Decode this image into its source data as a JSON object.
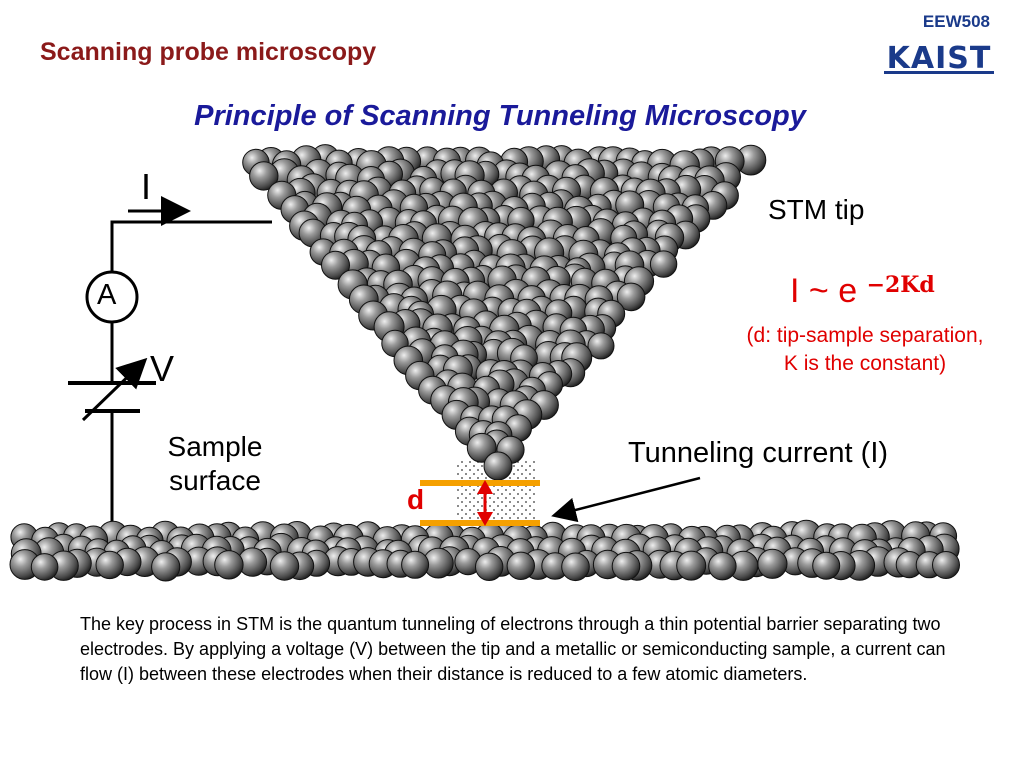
{
  "header": {
    "title": "Scanning probe microscopy",
    "course_code": "EEW508",
    "logo_text": "KAIST"
  },
  "slide_title": "Principle of Scanning Tunneling Microscopy",
  "diagram": {
    "current_label": "I",
    "ammeter_label": "A",
    "voltage_label": "V",
    "sample_label": "Sample surface",
    "tip_label": "STM tip",
    "formula_base": "I ~ e ",
    "formula_exponent": "−2Κd",
    "formula_note": "(d: tip-sample separation, K is the constant)",
    "tunneling_label": "Tunneling current (I)",
    "gap_label": "d"
  },
  "colors": {
    "header_red": "#8b1a1a",
    "title_blue": "#1a1a9a",
    "formula_red": "#e00000",
    "gap_orange": "#f5a000",
    "logo_blue": "#1a3a8a"
  },
  "body_text": "The key process in STM is the quantum tunneling of electrons through a thin potential barrier separating two electrodes. By applying a voltage (V) between the tip and a metallic or semiconducting sample, a current can flow (I) between these electrodes when their distance is reduced to a few atomic diameters."
}
